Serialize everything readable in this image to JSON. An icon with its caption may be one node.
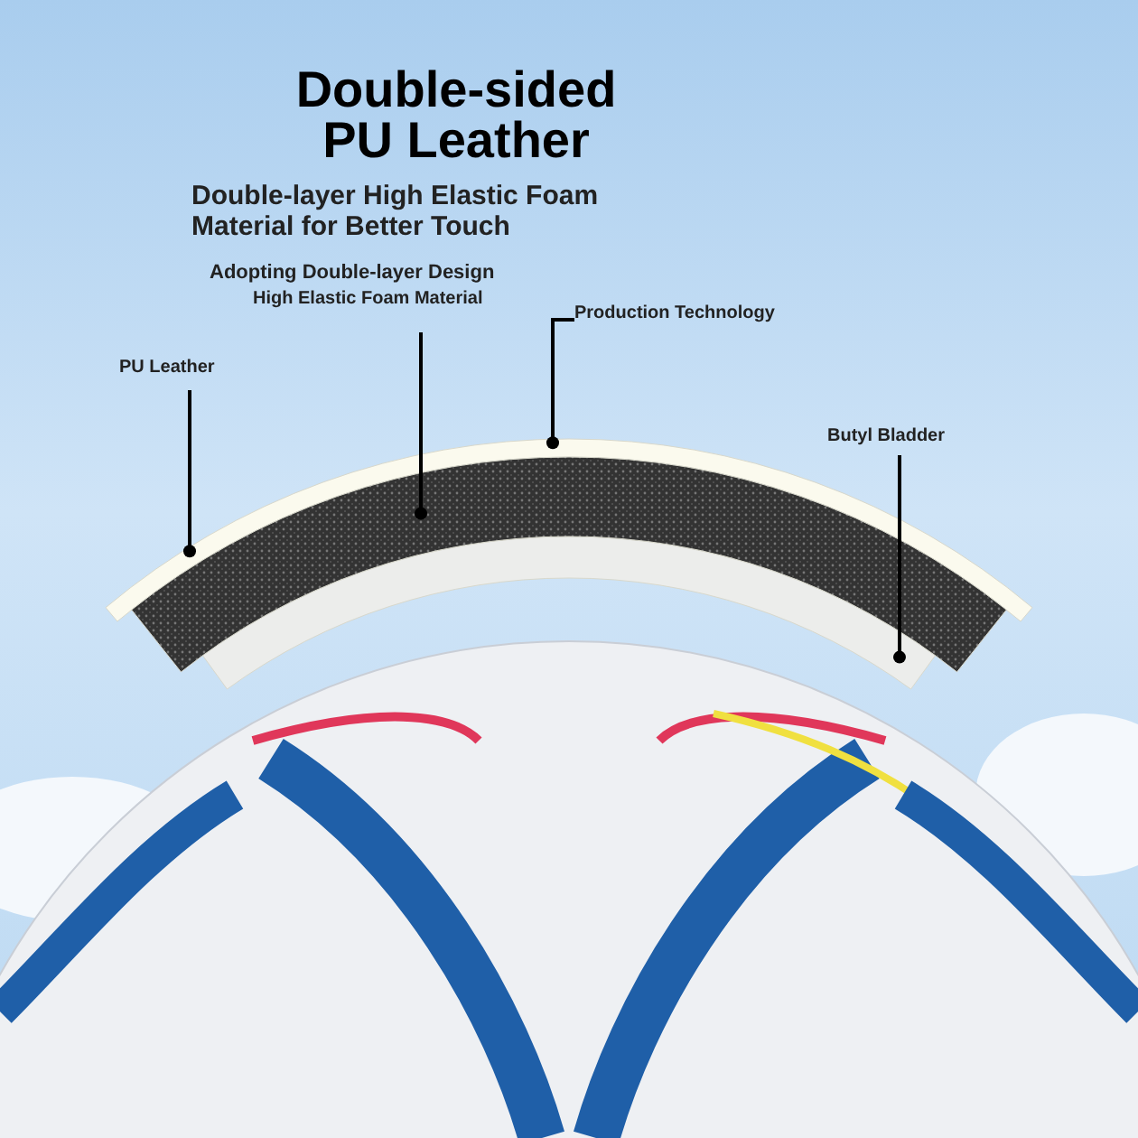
{
  "diagram": {
    "title": "Double-sided PU Leather",
    "nodes": [
      {
        "text": [
          "PU Leather"
        ]
      },
      {
        "text": [
          "High Elastic Foam Material"
        ]
      },
      {
        "text": [
          "Production Technology"
        ]
      },
      {
        "text": [
          "Butyl Bladder"
        ]
      },
      {
        "text": [],
        "shape": "band"
      },
      {
        "text": [],
        "shape": "band"
      },
      {
        "text": [],
        "shape": "band"
      }
    ],
    "edges": [
      {
        "from": 0,
        "to": 4,
        "arrow": "other"
      },
      {
        "from": 1,
        "to": 5,
        "arrow": "other"
      },
      {
        "from": 2,
        "to": 4,
        "arrow": "other"
      },
      {
        "from": 3,
        "to": 6,
        "arrow": "other"
      }
    ],
    "labels": [
      "Double-layer High Elastic Foam Material for Better Touch",
      "Adopting Double-layer Design"
    ]
  }
}
